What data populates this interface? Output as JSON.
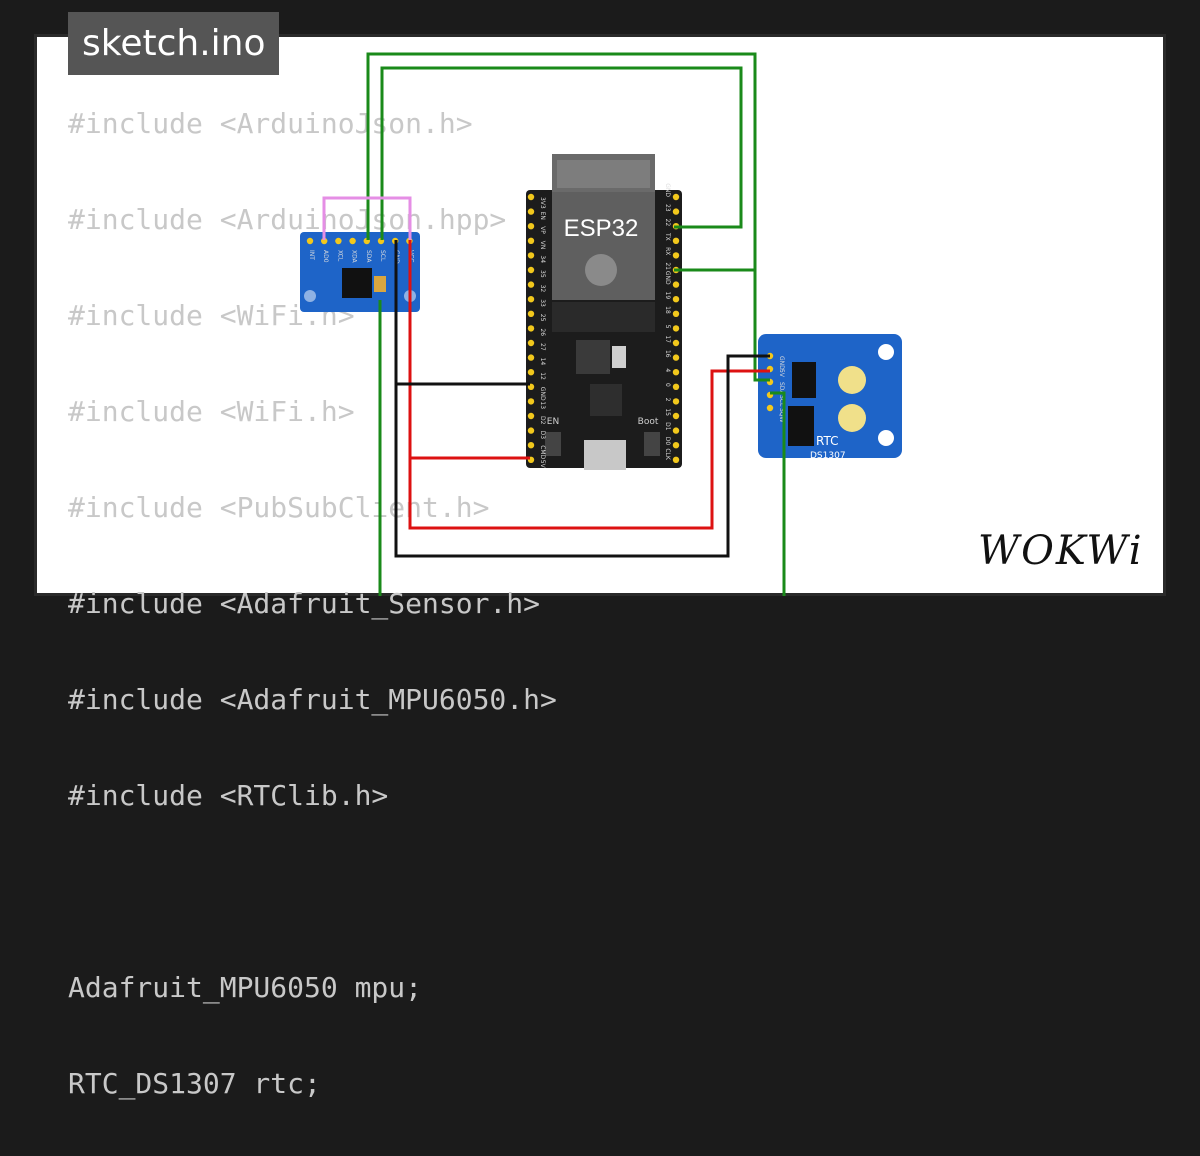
{
  "file_tab": {
    "label": "sketch.ino"
  },
  "code": {
    "lines": [
      "#include <ArduinoJson.h>",
      "#include <ArduinoJson.hpp>",
      "#include <WiFi.h>",
      "#include <WiFi.h>",
      "#include <PubSubClient.h>",
      "#include <Adafruit_Sensor.h>",
      "#include <Adafruit_MPU6050.h>",
      "#include <RTClib.h>",
      "",
      "Adafruit_MPU6050 mpu;",
      "RTC_DS1307 rtc;"
    ]
  },
  "esp32": {
    "label": "ESP32",
    "en_label": "EN",
    "boot_label": "Boot",
    "left_pins": [
      "3V3",
      "EN",
      "VP",
      "VN",
      "34",
      "35",
      "32",
      "33",
      "25",
      "26",
      "27",
      "14",
      "12",
      "GND",
      "13",
      "D2",
      "D3",
      "CMD",
      "5V"
    ],
    "right_pins": [
      "GND",
      "23",
      "22",
      "TX",
      "RX",
      "21",
      "GND",
      "19",
      "18",
      "5",
      "17",
      "16",
      "4",
      "0",
      "2",
      "15",
      "D1",
      "D0",
      "CLK"
    ]
  },
  "mpu6050": {
    "pins": [
      "INT",
      "AD0",
      "XCL",
      "XDA",
      "SDA",
      "SCL",
      "GND",
      "VCC"
    ]
  },
  "rtc": {
    "label": "RTC",
    "model": "DS1307",
    "pins": [
      "GND",
      "5V",
      "SDA",
      "SCL",
      "SQW"
    ]
  },
  "colors": {
    "green_wire": "#1a8a1a",
    "red_wire": "#dd1111",
    "black_wire": "#111111",
    "pink_wire": "#e58ee5",
    "board_blue": "#1e64c8",
    "esp_board": "#1c1c1c"
  },
  "logo": {
    "text": "WOKWi"
  }
}
